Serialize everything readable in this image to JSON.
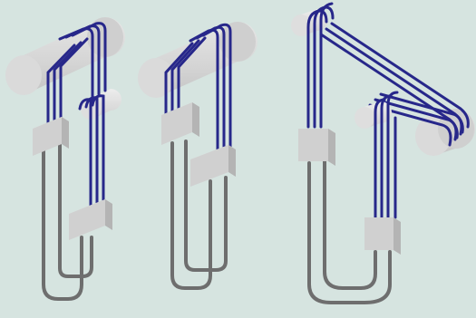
{
  "colors": {
    "background": "#d6e4e0",
    "rope": "#27278a",
    "strap": "#6e6e6e",
    "pulley_top": "#ececec",
    "pulley_side": "#c9c9c9",
    "clamp_front": "#d0d0d0",
    "clamp_side": "#b4b4b4"
  },
  "figures": [
    {
      "id": "figure-one",
      "parts": [
        "cylinder-pulley",
        "small-pulley",
        "upper-clamp",
        "lower-clamp",
        "ropes",
        "u-strap"
      ]
    },
    {
      "id": "figure-two",
      "parts": [
        "cylinder-pulley",
        "upper-clamp",
        "lower-clamp",
        "ropes",
        "u-strap"
      ]
    },
    {
      "id": "figure-three",
      "parts": [
        "small-pulley-left",
        "small-pulley-mid",
        "cylinder-pulley-right",
        "upper-clamp",
        "lower-clamp",
        "ropes",
        "u-strap"
      ]
    }
  ]
}
